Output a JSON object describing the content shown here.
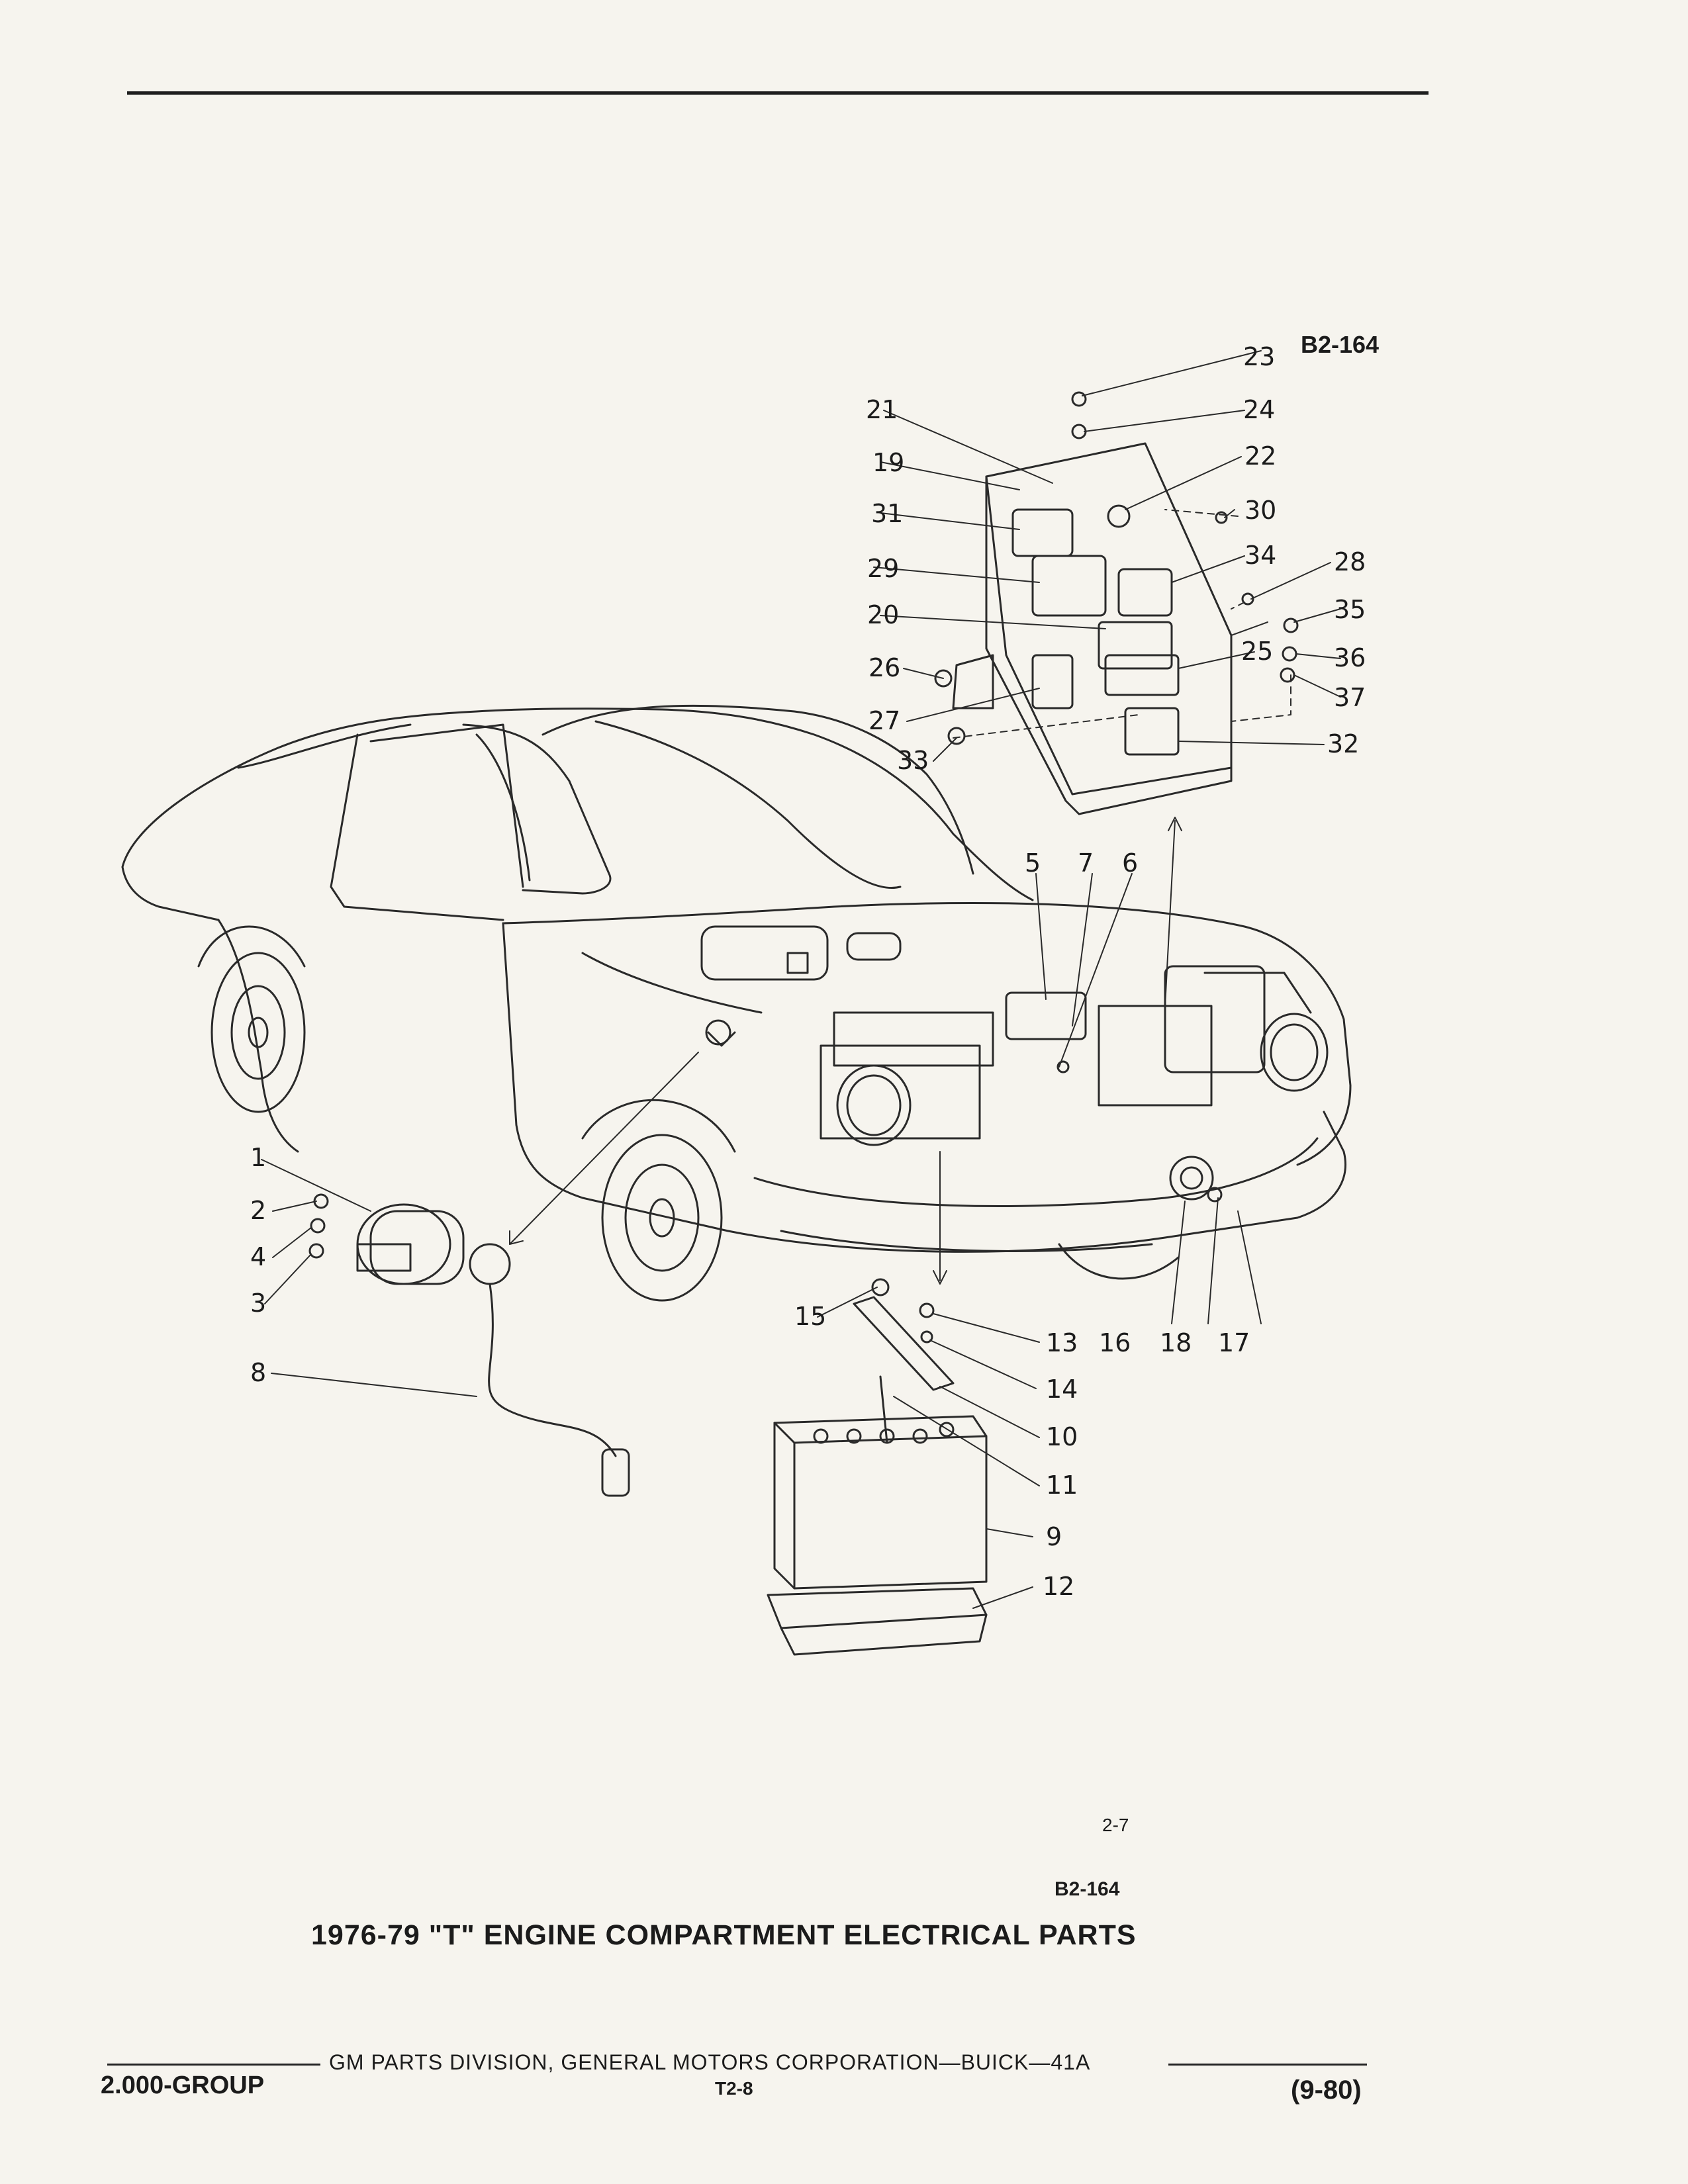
{
  "figure_code": "B2-164",
  "page_number": "2-7",
  "caption": "1976-79 \"T\" ENGINE COMPARTMENT ELECTRICAL PARTS",
  "footer": {
    "publisher": "GM PARTS DIVISION, GENERAL MOTORS CORPORATION—BUICK—41A",
    "group": "2.000-GROUP",
    "section": "T2-8",
    "revision": "(9-80)"
  },
  "callouts": [
    "1",
    "2",
    "3",
    "4",
    "5",
    "6",
    "7",
    "8",
    "9",
    "10",
    "11",
    "12",
    "13",
    "14",
    "15",
    "16",
    "17",
    "18",
    "19",
    "20",
    "21",
    "22",
    "23",
    "24",
    "25",
    "26",
    "27",
    "28",
    "29",
    "30",
    "31",
    "32",
    "33",
    "34",
    "35",
    "36",
    "37"
  ]
}
